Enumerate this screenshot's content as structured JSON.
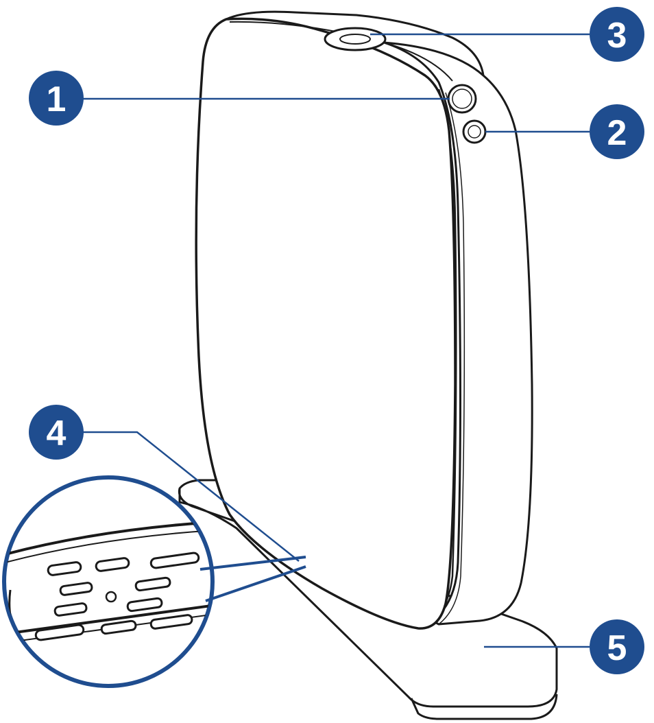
{
  "diagram": {
    "subject": "router-device",
    "callouts": [
      {
        "id": "c1",
        "label": "1",
        "target": "front-button"
      },
      {
        "id": "c2",
        "label": "2",
        "target": "indicator-light"
      },
      {
        "id": "c3",
        "label": "3",
        "target": "top-button"
      },
      {
        "id": "c4",
        "label": "4",
        "target": "vent-grille"
      },
      {
        "id": "c5",
        "label": "5",
        "target": "stand-base"
      }
    ]
  },
  "colors": {
    "callout_fill": "#1f4d8f",
    "callout_text": "#ffffff",
    "leader_line": "#1f4d8f",
    "outline": "#1a1a1a",
    "device_fill": "#ffffff"
  }
}
